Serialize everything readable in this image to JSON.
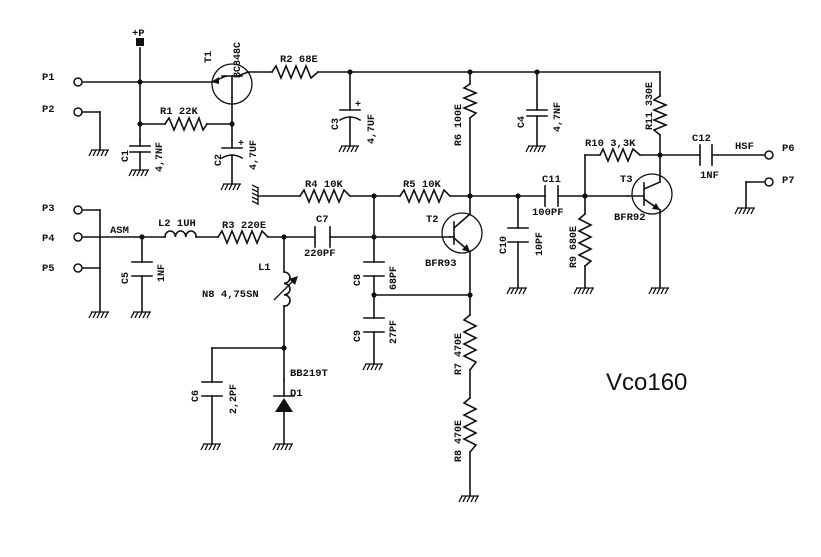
{
  "title": "Vco160",
  "ports": {
    "p1": "P1",
    "p2": "P2",
    "p3": "P3",
    "p4": "P4",
    "p5": "P5",
    "p6": "P6",
    "p7": "P7",
    "plus": "+P"
  },
  "nets": {
    "asm": "ASM",
    "hsf": "HSF"
  },
  "components": {
    "t1": {
      "ref": "T1",
      "value": "BC848C"
    },
    "t2": {
      "ref": "T2",
      "value": "BFR93"
    },
    "t3": {
      "ref": "T3",
      "value": "BFR92"
    },
    "r1": {
      "ref": "R1",
      "value": "22K"
    },
    "r2": {
      "ref": "R2",
      "value": "68E"
    },
    "r3": {
      "ref": "R3",
      "value": "220E"
    },
    "r4": {
      "ref": "R4",
      "value": "10K"
    },
    "r5": {
      "ref": "R5",
      "value": "10K"
    },
    "r6": {
      "ref": "R6",
      "value": "100E"
    },
    "r7": {
      "ref": "R7",
      "value": "470E"
    },
    "r8": {
      "ref": "R8",
      "value": "470E"
    },
    "r9": {
      "ref": "R9",
      "value": "680E"
    },
    "r10": {
      "ref": "R10",
      "value": "3,3K"
    },
    "r11": {
      "ref": "R11",
      "value": "330E"
    },
    "c1": {
      "ref": "C1",
      "value": "4,7NF"
    },
    "c2": {
      "ref": "C2",
      "value": "4,7UF"
    },
    "c3": {
      "ref": "C3",
      "value": "4,7UF"
    },
    "c4": {
      "ref": "C4",
      "value": "4,7NF"
    },
    "c5": {
      "ref": "C5",
      "value": "1NF"
    },
    "c6": {
      "ref": "C6",
      "value": "2,2PF"
    },
    "c7": {
      "ref": "C7",
      "value": "220PF"
    },
    "c8": {
      "ref": "C8",
      "value": "68PF"
    },
    "c9": {
      "ref": "C9",
      "value": "27PF"
    },
    "c10": {
      "ref": "C10",
      "value": "10PF"
    },
    "c11": {
      "ref": "C11",
      "value": "100PF"
    },
    "c12": {
      "ref": "C12",
      "value": "1NF"
    },
    "l1": {
      "ref": "L1",
      "value": "N8 4,75SN"
    },
    "l2": {
      "ref": "L2",
      "value": "1UH"
    },
    "d1": {
      "ref": "D1",
      "value": "BB219T"
    }
  },
  "colors": {
    "ink": "#111111",
    "paper": "#ffffff"
  }
}
